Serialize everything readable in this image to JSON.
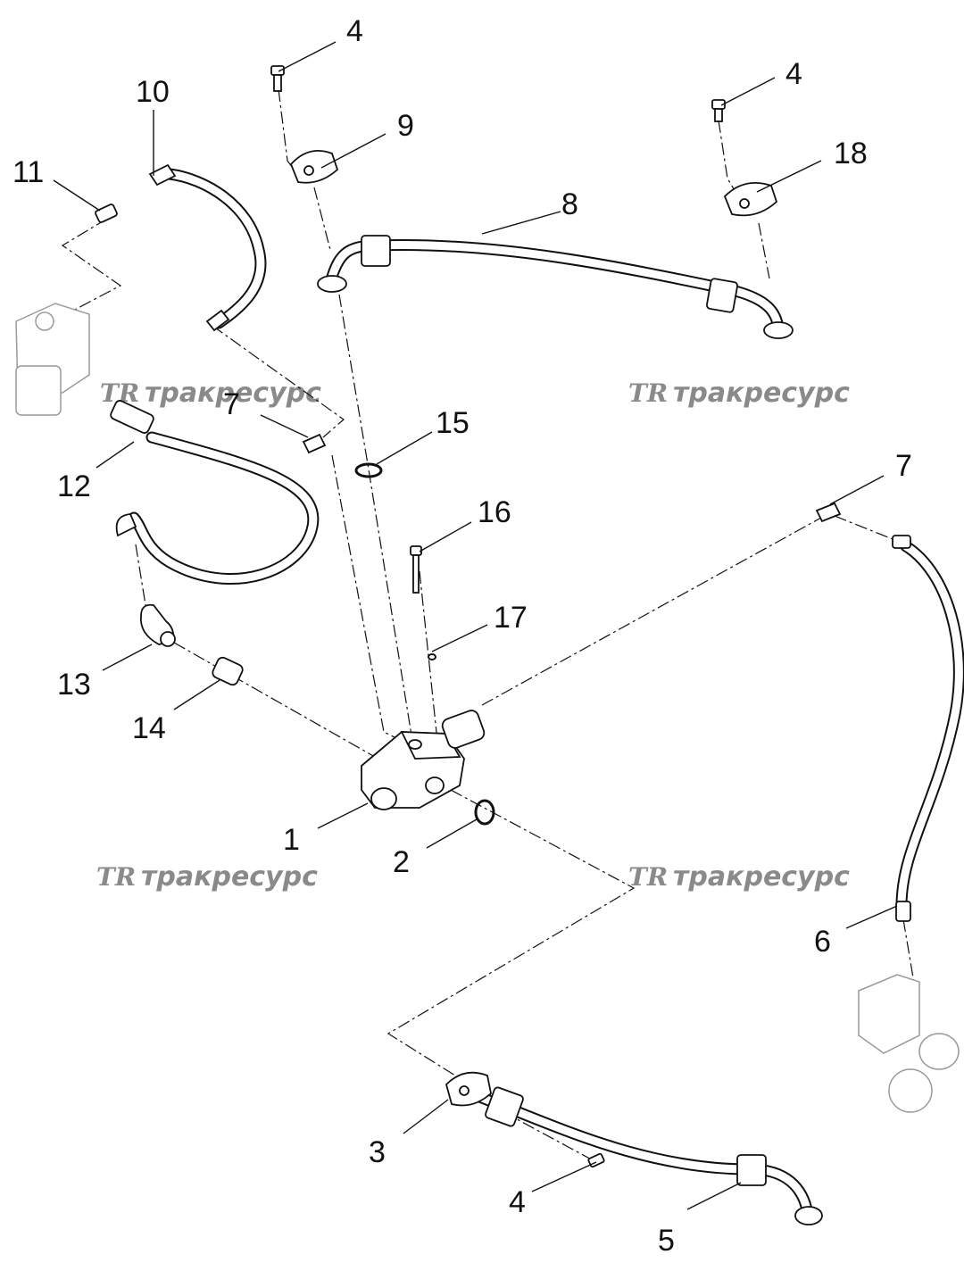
{
  "watermark": {
    "logo": "TR",
    "brand": "тракресурс"
  },
  "callouts": {
    "c1": "1",
    "c2": "2",
    "c3": "3",
    "c4a": "4",
    "c4b": "4",
    "c4c": "4",
    "c5": "5",
    "c6": "6",
    "c7a": "7",
    "c7b": "7",
    "c8": "8",
    "c9": "9",
    "c10": "10",
    "c11": "11",
    "c12": "12",
    "c13": "13",
    "c14": "14",
    "c15": "15",
    "c16": "16",
    "c17": "17",
    "c18": "18"
  }
}
